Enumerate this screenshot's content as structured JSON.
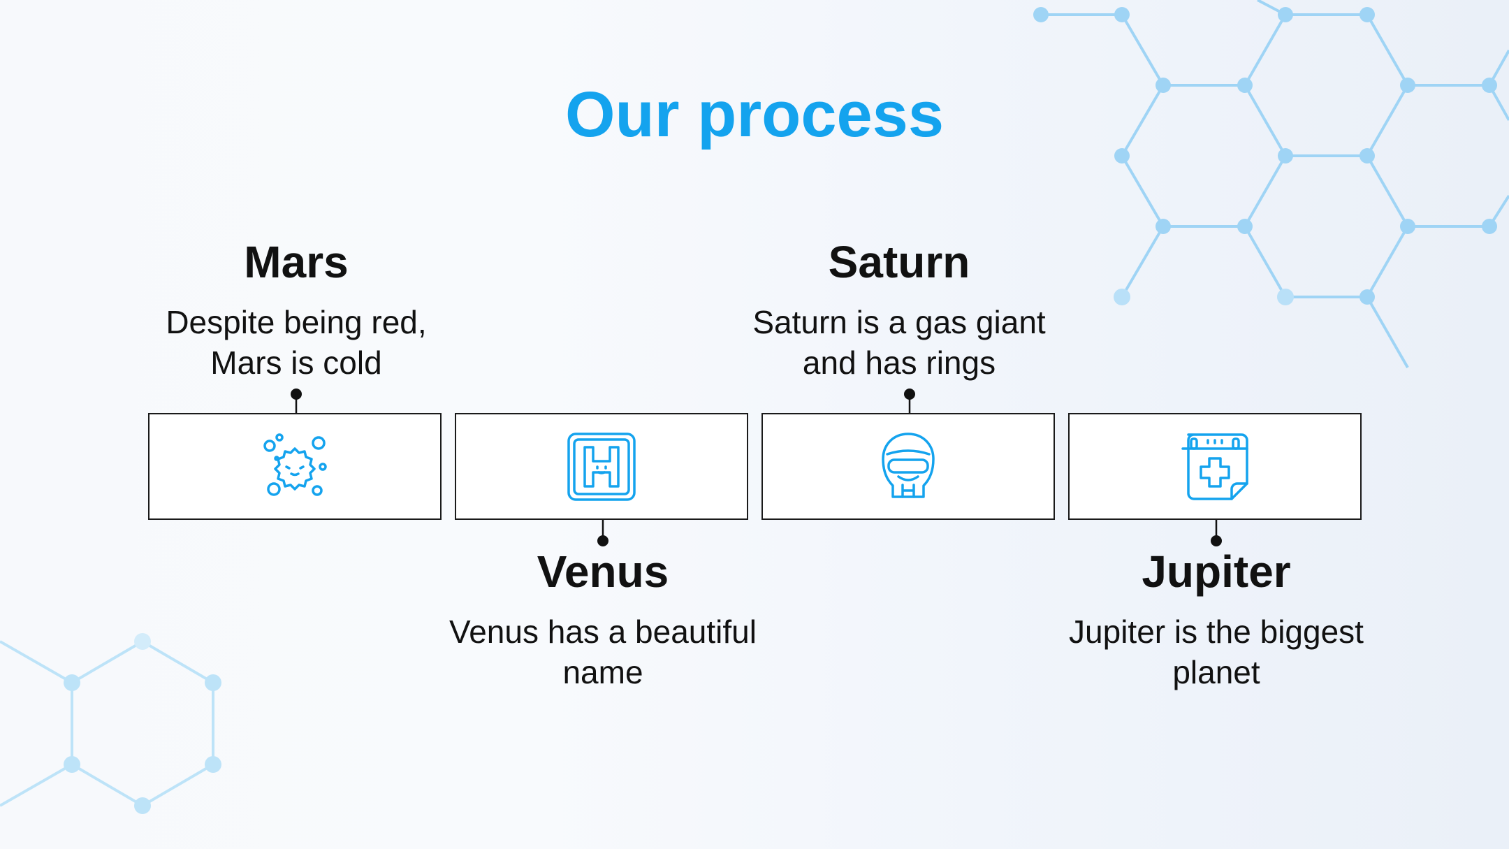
{
  "slide": {
    "title": "Our process",
    "accent_color": "#14a3ee",
    "steps": [
      {
        "title": "Mars",
        "description": "Despite being red, Mars is cold",
        "icon": "virus-icon",
        "label_position": "above"
      },
      {
        "title": "Venus",
        "description": "Venus has a beautiful name",
        "icon": "hospital-sign-icon",
        "label_position": "below"
      },
      {
        "title": "Saturn",
        "description": "Saturn is a gas giant and has rings",
        "icon": "face-mask-person-icon",
        "label_position": "above"
      },
      {
        "title": "Jupiter",
        "description": "Jupiter is the biggest planet",
        "icon": "medical-calendar-icon",
        "label_position": "below"
      }
    ]
  }
}
